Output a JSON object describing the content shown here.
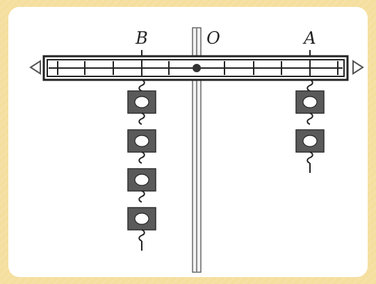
{
  "diagram": {
    "labels": {
      "b": "B",
      "o": "O",
      "a": "A"
    },
    "left_weights": 4,
    "right_weights": 2
  },
  "colors": {
    "background": "#f5df9f",
    "panel": "#ffffff",
    "line": "#222222",
    "weight": "#5a5a5a",
    "stand": "#8a8a8a"
  }
}
